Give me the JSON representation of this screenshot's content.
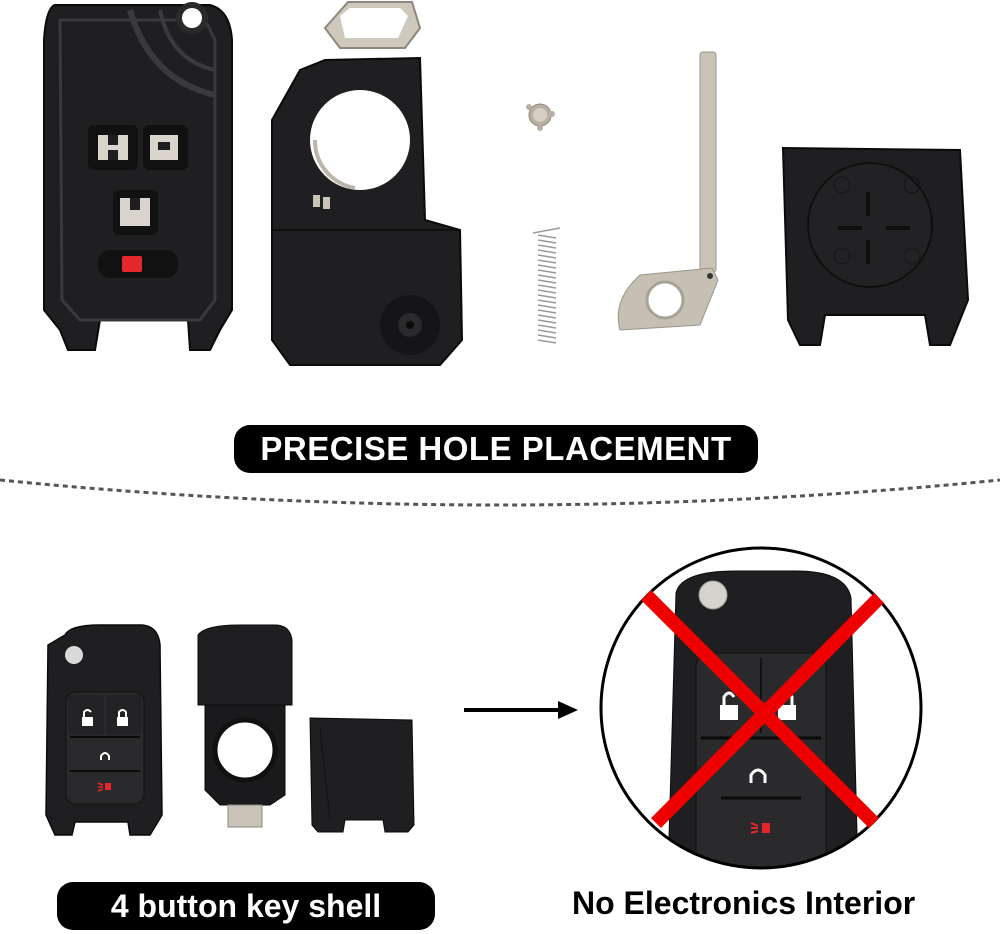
{
  "top_section": {
    "parts": [
      {
        "name": "front-shell-interior",
        "description": "Front shell with 4 button openings"
      },
      {
        "name": "rear-shell-interior",
        "description": "Rear shell with battery holder"
      },
      {
        "name": "magnet-disc",
        "description": "Small metal disc"
      },
      {
        "name": "spring",
        "description": "Coil spring"
      },
      {
        "name": "key-blade-blank",
        "description": "Flip key blade"
      },
      {
        "name": "battery-cover",
        "description": "Battery cover piece"
      }
    ],
    "banner": "PRECISE HOLE PLACEMENT"
  },
  "bottom_left": {
    "caption": "4 button key shell",
    "buttons": [
      "unlock",
      "lock",
      "remote-start",
      "panic"
    ]
  },
  "bottom_right": {
    "caption": "No Electronics Interior"
  },
  "colors": {
    "shell": "#1f1f21",
    "shell_dark": "#121214",
    "metal": "#c9c3b8",
    "panic_red": "#e5262a",
    "cross_red": "#ee0000",
    "divider": "#555555",
    "banner_bg": "#000000",
    "banner_text": "#ffffff"
  }
}
